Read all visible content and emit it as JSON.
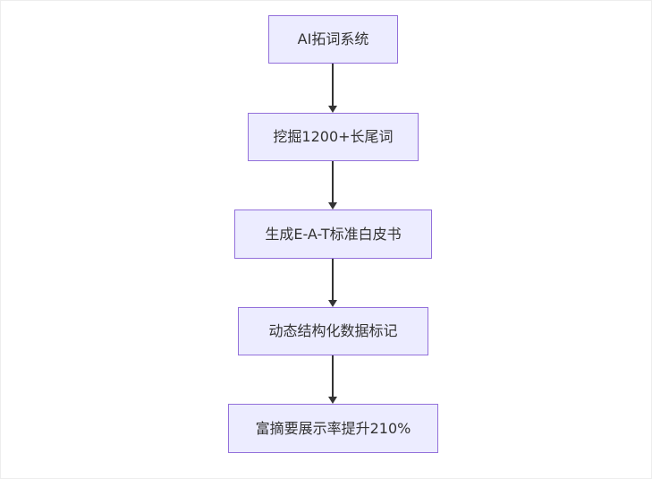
{
  "diagram": {
    "type": "flowchart",
    "direction": "top-down",
    "colors": {
      "node_fill": "#ececff",
      "node_border": "#9370db",
      "arrow": "#333333",
      "text": "#333333"
    },
    "nodes": [
      {
        "id": "n1",
        "label": "AI拓词系统"
      },
      {
        "id": "n2",
        "label": "挖掘1200+长尾词"
      },
      {
        "id": "n3",
        "label": "生成E-A-T标准白皮书"
      },
      {
        "id": "n4",
        "label": "动态结构化数据标记"
      },
      {
        "id": "n5",
        "label": "富摘要展示率提升210%"
      }
    ],
    "edges": [
      {
        "from": "n1",
        "to": "n2"
      },
      {
        "from": "n2",
        "to": "n3"
      },
      {
        "from": "n3",
        "to": "n4"
      },
      {
        "from": "n4",
        "to": "n5"
      }
    ]
  }
}
